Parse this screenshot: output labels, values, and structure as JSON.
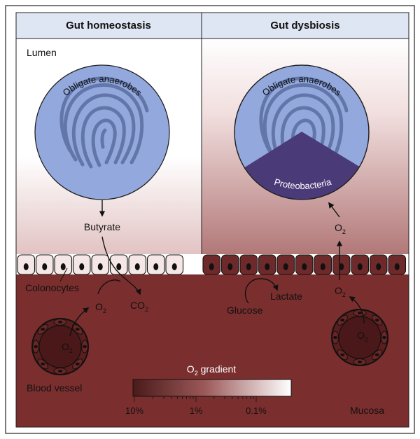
{
  "panels": {
    "left": {
      "title": "Gut homeostasis"
    },
    "right": {
      "title": "Gut dysbiosis"
    }
  },
  "labels": {
    "lumen": "Lumen",
    "obligate_anaerobes_left": "Obligate anaerobes",
    "obligate_anaerobes_right": "Obligate anaerobes",
    "proteobacteria": "Proteobacteria",
    "butyrate": "Butyrate",
    "colonocytes": "Colonocytes",
    "co2_left_main": "CO",
    "co2_left_sub": "2",
    "o2_left_upper_main": "O",
    "o2_left_upper_sub": "2",
    "o2_left_vessel_main": "O",
    "o2_left_vessel_sub": "2",
    "blood_vessel": "Blood vessel",
    "glucose": "Glucose",
    "lactate": "Lactate",
    "o2_right_top_main": "O",
    "o2_right_top_sub": "2",
    "o2_right_mid_main": "O",
    "o2_right_mid_sub": "2",
    "o2_right_vessel_main": "O",
    "o2_right_vessel_sub": "2",
    "mucosa": "Mucosa"
  },
  "gradient_bar": {
    "title_main": "O",
    "title_sub": "2",
    "title_rest": " gradient",
    "ticks": [
      "10%",
      "1%",
      "0.1%"
    ]
  },
  "colors": {
    "header_bg": "#dfe6f3",
    "tissue": "#7a2e2e",
    "tissue_dark": "#4a1a1a",
    "cell_left": "#f4e7e5",
    "cell_right": "#6e2a2a",
    "microbe_circle": "#93a9de",
    "proteobacteria": "#4b3a78"
  }
}
